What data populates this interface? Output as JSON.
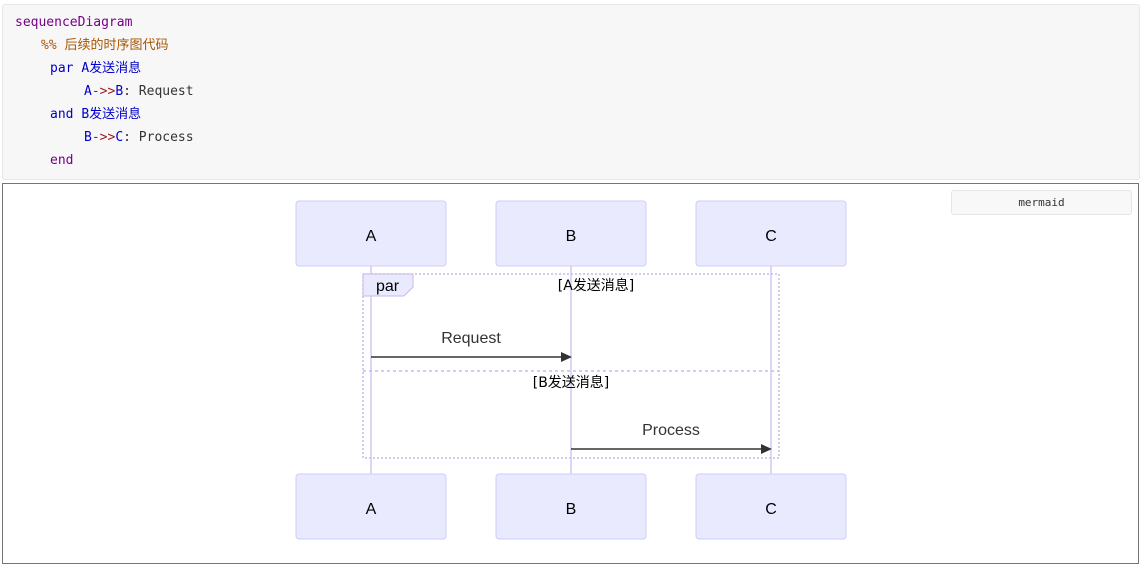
{
  "code": {
    "line1": "sequenceDiagram",
    "line2": "%% 后续的时序图代码",
    "line3_kw": "par",
    "line3_text": "A发送消息",
    "line4_a": "A",
    "line4_arrow": "->>",
    "line4_b": "B",
    "line4_rest": ": Request",
    "line5_kw": "and",
    "line5_text": "B发送消息",
    "line6_a": "B",
    "line6_arrow": "->>",
    "line6_b": "C",
    "line6_rest": ": Process",
    "line7_kw": "end"
  },
  "badge": {
    "label": "mermaid"
  },
  "diagram": {
    "actors_top": [
      "A",
      "B",
      "C"
    ],
    "actors_bottom": [
      "A",
      "B",
      "C"
    ],
    "par_label": "par",
    "section1_label": "[A发送消息]",
    "section2_label": "[B发送消息]",
    "messages": [
      {
        "from": "A",
        "to": "B",
        "text": "Request"
      },
      {
        "from": "B",
        "to": "C",
        "text": "Process"
      }
    ],
    "colors": {
      "actor_fill": "#eaeaff",
      "actor_stroke": "#ccccff",
      "lifeline": "#d4c9f5",
      "loop_stroke": "#c8b8e8",
      "arrow": "#333333"
    }
  }
}
